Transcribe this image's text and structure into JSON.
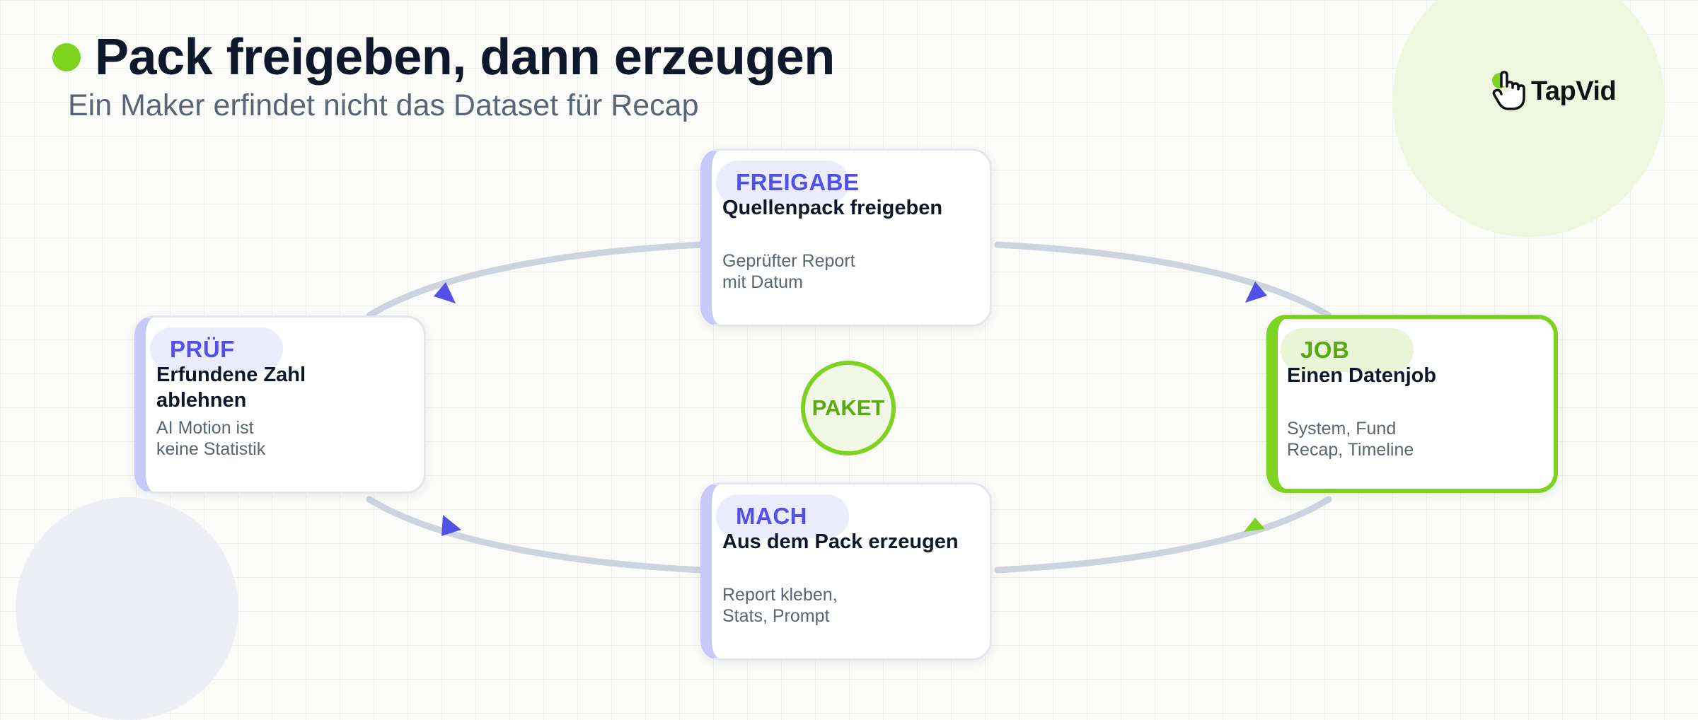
{
  "header": {
    "title": "Pack freigeben, dann erzeugen",
    "subtitle": "Ein Maker erfindet nicht das Dataset für Recap"
  },
  "logo": {
    "text": "TapVid",
    "icon": "hand-pointer-icon"
  },
  "diagram": {
    "hub_label": "PAKET",
    "nodes": [
      {
        "id": "freigabe",
        "tag": "FREIGABE",
        "title": "Quellenpack freigeben",
        "desc_lines": [
          "Geprüfter Report",
          "mit Datum"
        ]
      },
      {
        "id": "job",
        "tag": "JOB",
        "title": "Einen Datenjob",
        "desc_lines": [
          "System, Fund",
          "Recap, Timeline"
        ]
      },
      {
        "id": "mach",
        "tag": "MACH",
        "title": "Aus dem Pack erzeugen",
        "desc_lines": [
          "Report kleben,",
          "Stats, Prompt"
        ]
      },
      {
        "id": "pruef",
        "tag": "PRÜF",
        "title": "Erfundene Zahl ablehnen",
        "desc_lines": [
          "AI Motion ist",
          "keine Statistik"
        ]
      }
    ],
    "cycle_direction": "counterclockwise",
    "highlighted_node": "job"
  },
  "colors": {
    "accent_green": "#7ed321",
    "accent_indigo": "#5350e8",
    "connector_gray": "#cdd3df",
    "text_dark": "#0f172a",
    "text_muted": "#5b6472"
  }
}
